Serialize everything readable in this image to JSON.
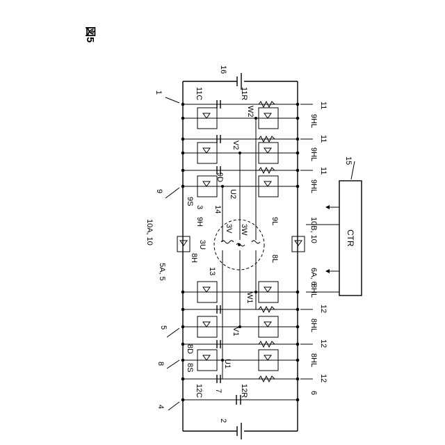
{
  "figure": {
    "title": "図5"
  },
  "labels": {
    "l16": "16",
    "l1": "1",
    "l11C": "11C",
    "l11R": "11R",
    "lW2": "W2",
    "l11a": "11",
    "l9HLa": "9HL",
    "lV2": "V2",
    "l11b": "11",
    "l9HLb": "9HL",
    "l11c": "11",
    "l9HLc": "9HL",
    "l15": "15",
    "l9": "9",
    "l9D": "9D",
    "lU2": "U2",
    "l9S": "9S",
    "l3": "3",
    "l14": "14",
    "l9H": "9H",
    "l9L": "9L",
    "l10A": "10A, 10",
    "l3U": "3U",
    "l3V": "3V",
    "l3W": "3W",
    "l10B": "10B, 10",
    "lCTR": "CTR",
    "l8H": "8H",
    "l5A": "5A, 5",
    "l13": "13",
    "l8L": "8L",
    "l6A": "6A, 6",
    "l8HLa": "8HL",
    "lW1": "W1",
    "l12a": "12",
    "l5": "5",
    "lV1": "V1",
    "l8HLb": "8HL",
    "l12b": "12",
    "l8": "8",
    "l8D": "8D",
    "l8S": "8S",
    "lU1": "U1",
    "l8HLc": "8HL",
    "l12c": "12",
    "l12C": "12C",
    "l12R": "12R",
    "l7": "7",
    "l6": "6",
    "l4": "4",
    "l2": "2"
  }
}
